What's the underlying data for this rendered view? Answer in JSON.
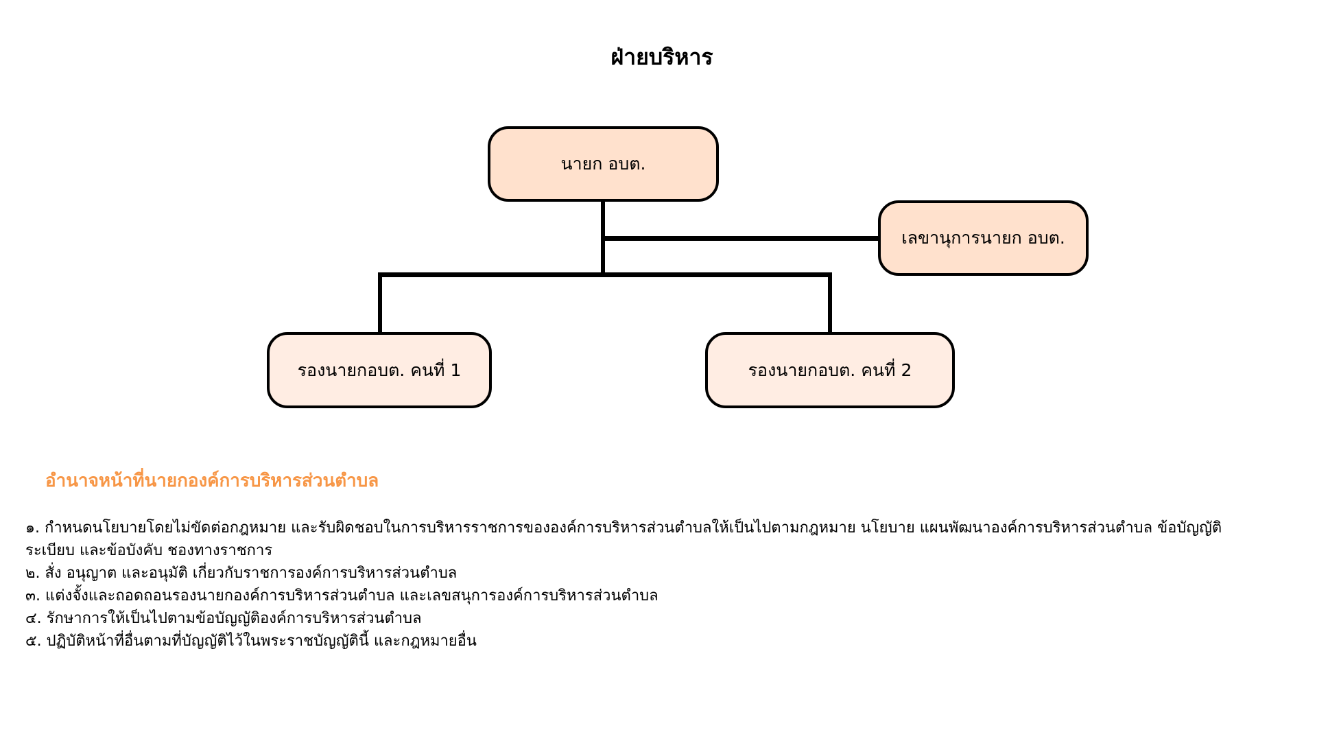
{
  "title": "ฝ่ายบริหาร",
  "org_chart": {
    "head": "นายก อบต.",
    "secretary": "เลขานุการนายก อบต.",
    "deputy_1": "รองนายกอบต. คนที่ 1",
    "deputy_2": "รองนายกอบต. คนที่ 2"
  },
  "colors": {
    "top_box": "#FFE1CD",
    "lower_box": "#FFEDE3",
    "heading": "#F79646"
  },
  "duties": {
    "heading": "อำนาจหน้าที่นายกองค์การบริหารส่วนตำบล",
    "lines": [
      "๑. กำหนดนโยบายโดยไม่ขัดต่อกฎหมาย และรับผิดชอบในการบริหารราชการขององค์การบริหารส่วนตำบลให้เป็นไปตามกฎหมาย นโยบาย  แผนพัฒนาองค์การบริหารส่วนตำบล ข้อบัญญัติ",
      "ระเบียบ และข้อบังคับ ชองทางราชการ",
      "๒. สั่ง อนุญาต และอนุมัติ เกี่ยวกับราชการองค์การบริหารส่วนตำบล",
      "๓. แต่งจั้งและถอดถอนรองนายกองค์การบริหารส่วนตำบล และเลขสนุการองค์การบริหารส่วนตำบล",
      "๔. รักษาการให้เป็นไปตามข้อบัญญัติองค์การบริหารส่วนตำบล",
      "๕. ปฏิบัติหน้าที่อื่นตามที่บัญญัติไว้ในพระราชบัญญัตินี้ และกฎหมายอื่น"
    ]
  }
}
